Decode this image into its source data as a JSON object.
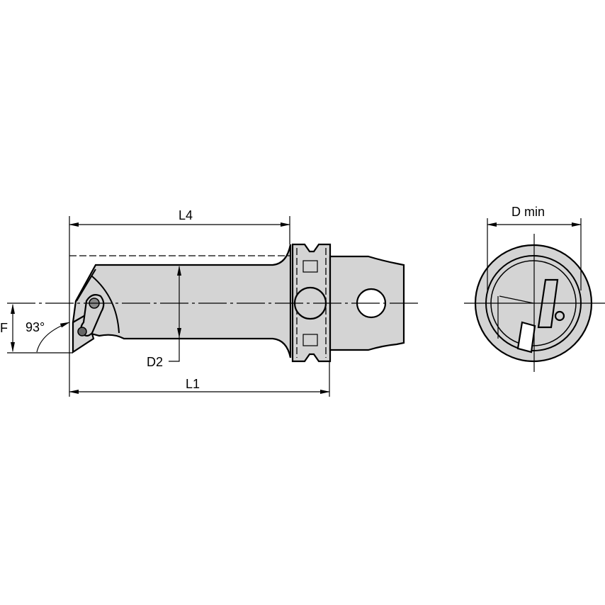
{
  "drawing": {
    "title": "Boring bar tool holder – technical dimension drawing",
    "colors": {
      "body_fill": "#d4d4d4",
      "line": "#000000",
      "background": "#ffffff"
    },
    "dimensions": {
      "L4": "L4",
      "L1": "L1",
      "D2": "D2",
      "F": "F",
      "angle": "93°",
      "D_min": "D min"
    },
    "views": [
      "side-view",
      "end-view"
    ]
  }
}
